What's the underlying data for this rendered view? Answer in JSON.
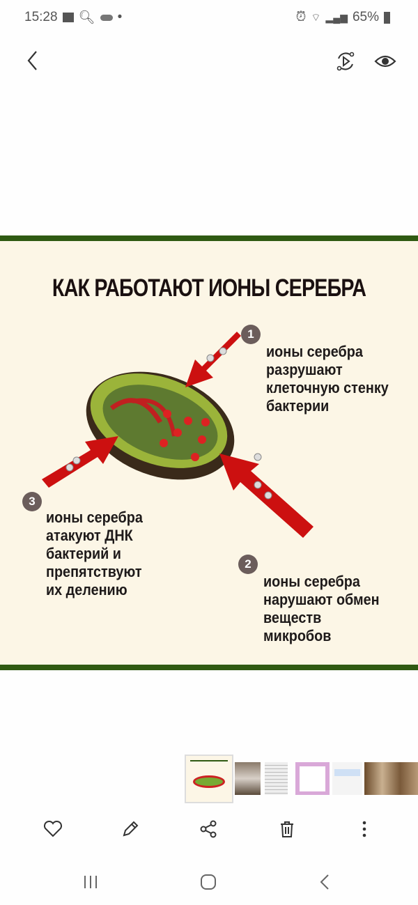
{
  "status_bar": {
    "time": "15:28",
    "battery": "65%",
    "icons": [
      "gallery-icon",
      "search-icon",
      "cloud-icon",
      "dot-icon",
      "alarm-icon",
      "wifi-icon",
      "signal-icon",
      "signal-icon-2",
      "battery-icon"
    ]
  },
  "toolbar": {
    "back": "back-icon",
    "remaster": "remaster-icon",
    "view": "eye-icon"
  },
  "photo": {
    "title": "КАК РАБОТАЮТ ИОНЫ СЕРЕБРА",
    "steps": [
      {
        "num": "1",
        "text": "ионы серебра разрушают клеточную стенку бактерии"
      },
      {
        "num": "2",
        "text": "ионы серебра нарушают обмен веществ микробов"
      },
      {
        "num": "3",
        "text": "ионы серебра атакуют ДНК бактерий и препятствуют их делению"
      }
    ]
  },
  "thumbnails": [
    "thumbnail-current",
    "thumbnail-2",
    "thumbnail-3",
    "thumbnail-4",
    "thumbnail-5",
    "thumbnail-6"
  ],
  "actions": {
    "favorite": "heart-icon",
    "edit": "pencil-icon",
    "share": "share-icon",
    "delete": "trash-icon",
    "more": "more-icon"
  },
  "colors": {
    "green": "#2f5a12",
    "cream": "#fcf6e6",
    "arrow": "#cc1010"
  }
}
